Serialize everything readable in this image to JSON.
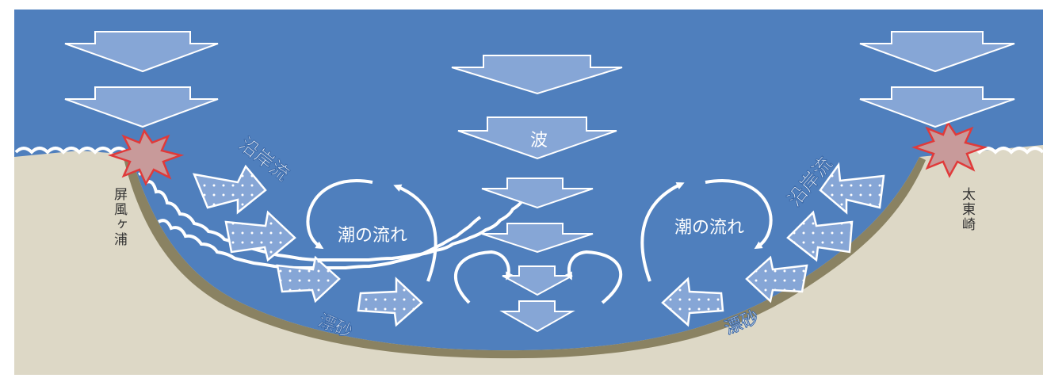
{
  "labels": {
    "wave": "波",
    "tidal_flow_left": "潮の流れ",
    "tidal_flow_right": "潮の流れ",
    "longshore_current_left": "沿岸流",
    "longshore_current_right": "沿岸流",
    "drift_sand_left": "漂砂",
    "drift_sand_right": "漂砂",
    "place_left": "屏風ヶ浦",
    "place_right": "太東崎"
  },
  "colors": {
    "sea": "#4f7fbd",
    "sea_dark": "#3a68a8",
    "land": "#ddd8c6",
    "shore_shadow": "#8a8262",
    "arrow_fill": "#86a6d6",
    "arrow_stroke": "#ffffff",
    "erosion_red": "#e03a3a",
    "erosion_fill": "#c89a9a"
  },
  "icons": {
    "erosion_marker": "burst-icon",
    "wave_arrow": "down-arrow-icon",
    "sediment_arrow": "dotted-arrow-icon",
    "circulation": "curved-arrow-icon"
  }
}
